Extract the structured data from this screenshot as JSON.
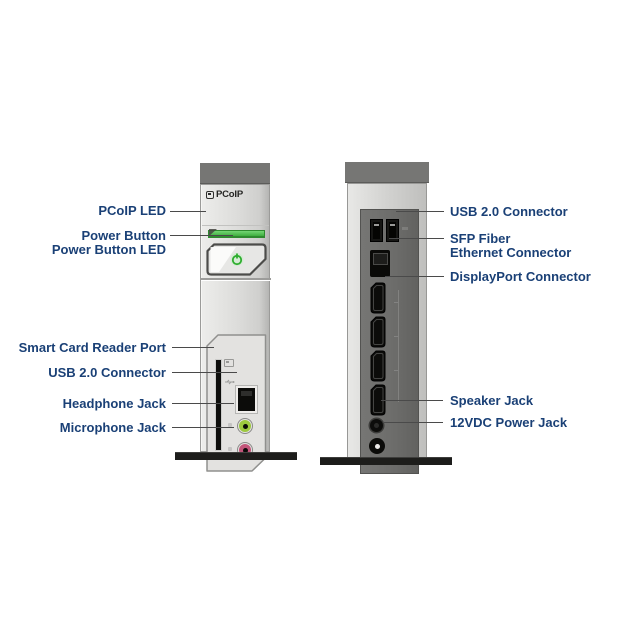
{
  "diagram": {
    "front_view": {
      "logo_text": "PCoIP",
      "callouts": [
        {
          "lines": [
            "PCoIP LED"
          ]
        },
        {
          "lines": [
            "Power Button",
            "Power Button LED"
          ]
        },
        {
          "lines": [
            "Smart Card Reader Port"
          ]
        },
        {
          "lines": [
            "USB 2.0 Connector"
          ]
        },
        {
          "lines": [
            "Headphone Jack"
          ]
        },
        {
          "lines": [
            "Microphone Jack"
          ]
        }
      ]
    },
    "back_view": {
      "callouts": [
        {
          "lines": [
            "USB 2.0 Connector"
          ]
        },
        {
          "lines": [
            "SFP Fiber",
            "Ethernet Connector"
          ]
        },
        {
          "lines": [
            "DisplayPort Connector"
          ]
        },
        {
          "lines": [
            "Speaker Jack"
          ]
        },
        {
          "lines": [
            "12VDC Power Jack"
          ]
        }
      ]
    }
  },
  "colors": {
    "label_text": "#1A4076",
    "callout_line": "#4A4A4A",
    "led_green": "#45B945",
    "power_symbol": "#2FAE2F",
    "headphone_ring": "#9CC83E",
    "microphone_ring": "#C2557A",
    "device_dark_cap": "#767674",
    "back_panel": "#6C6C6A",
    "base_black": "#1D1D1B"
  }
}
